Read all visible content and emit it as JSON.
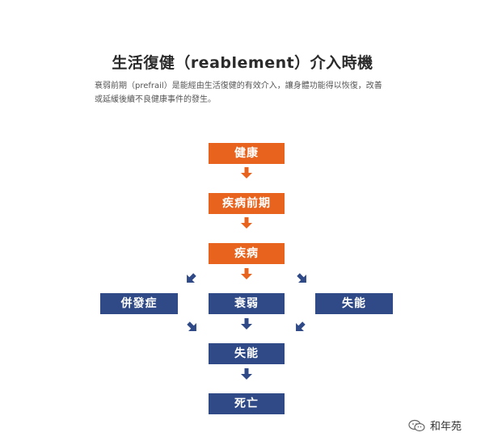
{
  "title": "生活復健（reablement）介入時機",
  "description_line1": "衰弱前期（prefrail）是能經由生活復健的有效介入，讓身體功能得以恢復，改善",
  "description_line2": "或延緩後續不良健康事件的發生。",
  "nodes": {
    "health": "健康",
    "pre_illness": "疾病前期",
    "illness": "疾病",
    "complication": "併發症",
    "frailty": "衰弱",
    "disability_side": "失能",
    "disability": "失能",
    "death": "死亡"
  },
  "colors": {
    "orange": "#e8641e",
    "blue": "#2f4a86"
  },
  "watermark": {
    "icon": "wechat-icon",
    "text": "和年苑"
  }
}
